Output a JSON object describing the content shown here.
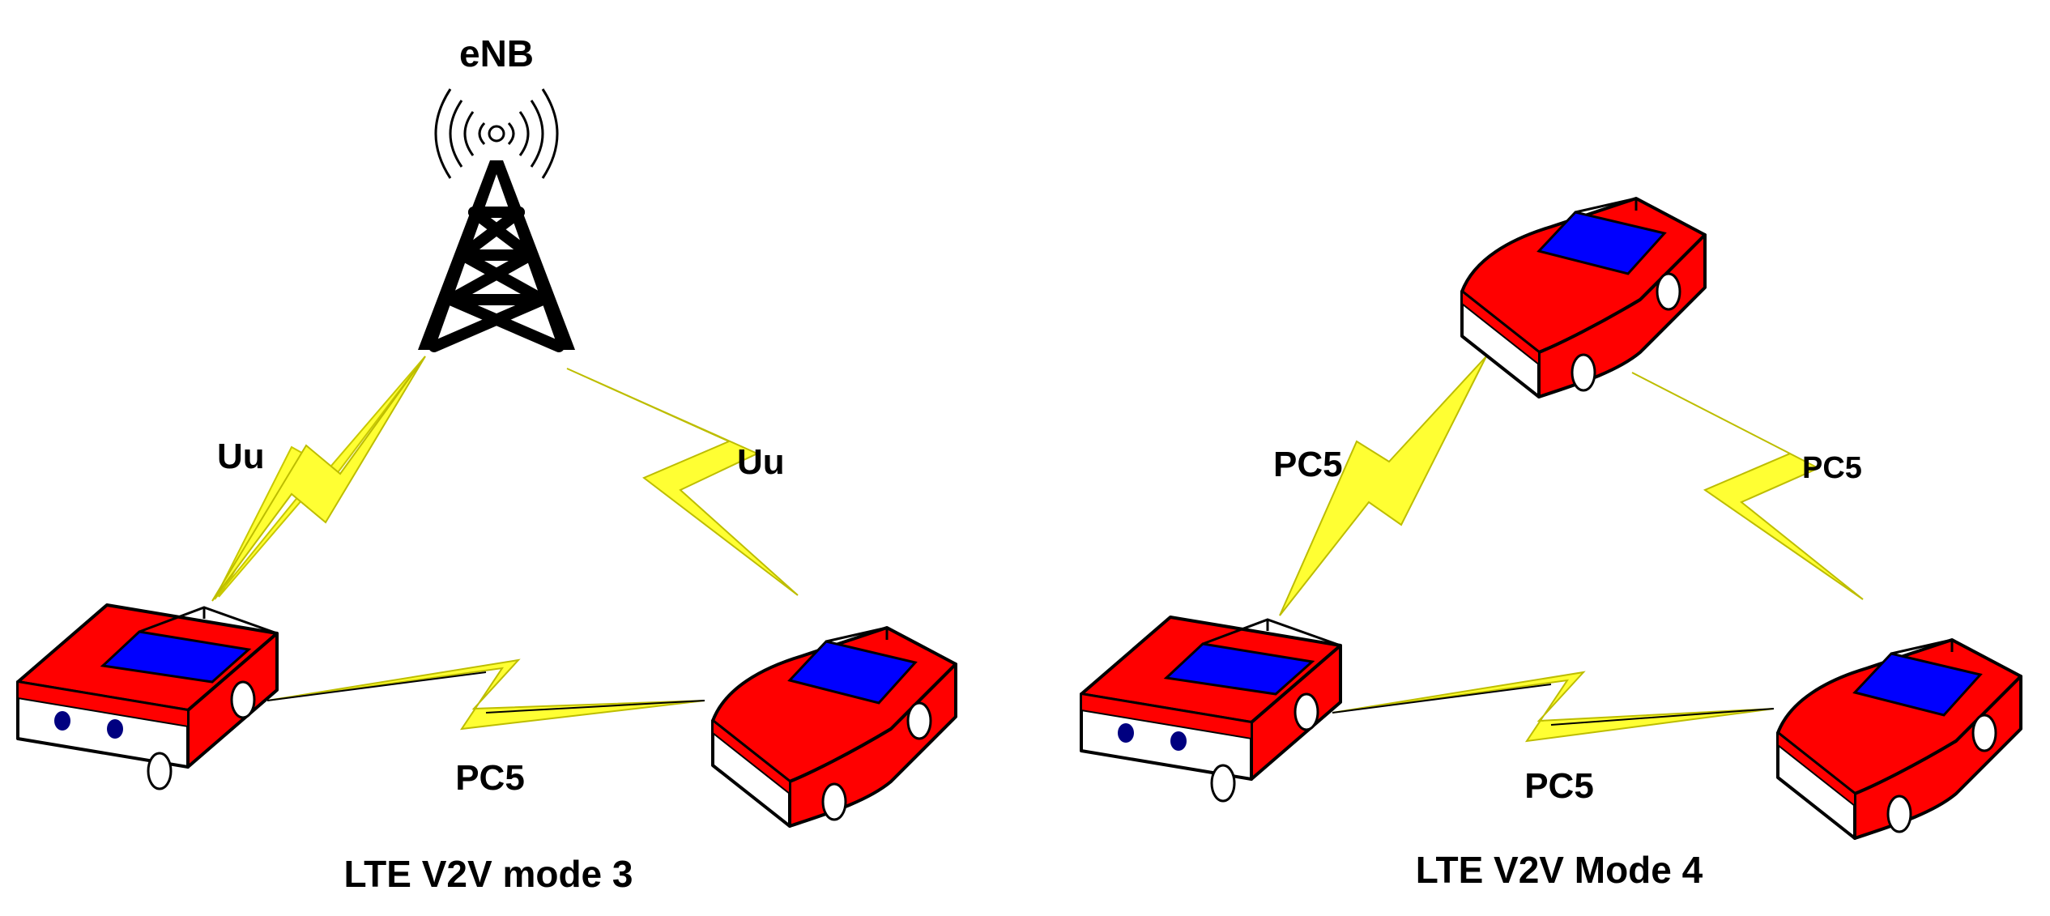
{
  "colors": {
    "car_body": "#ff0000",
    "car_window": "#0000ff",
    "car_outline": "#000000",
    "car_bumper": "#ffffff",
    "headlight": "#000080",
    "lightning": "#ffff33",
    "tower": "#000000",
    "background": "#ffffff"
  },
  "left_panel": {
    "enb_label": "eNB",
    "link_left_label": "Uu",
    "link_right_label": "Uu",
    "link_bottom_label": "PC5",
    "caption": "LTE V2V mode 3"
  },
  "right_panel": {
    "link_left_label": "PC5",
    "link_right_label": "PC5",
    "link_bottom_label": "PC5",
    "caption": "LTE V2V Mode 4"
  },
  "icons": {
    "tower": "cell-tower-icon",
    "car": "car-icon",
    "link": "lightning-link-icon"
  }
}
